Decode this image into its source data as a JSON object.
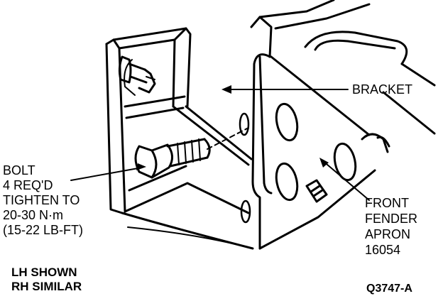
{
  "figure": {
    "callouts": {
      "bracket": "BRACKET",
      "bolt": [
        "BOLT",
        "4 REQ'D",
        "TIGHTEN TO",
        "20-30 N·m",
        "(15-22 LB-FT)"
      ],
      "apron": [
        "FRONT",
        "FENDER",
        "APRON",
        "16054"
      ]
    },
    "note": [
      "LH SHOWN",
      "RH SIMILAR"
    ],
    "reference_code": "Q3747-A"
  }
}
